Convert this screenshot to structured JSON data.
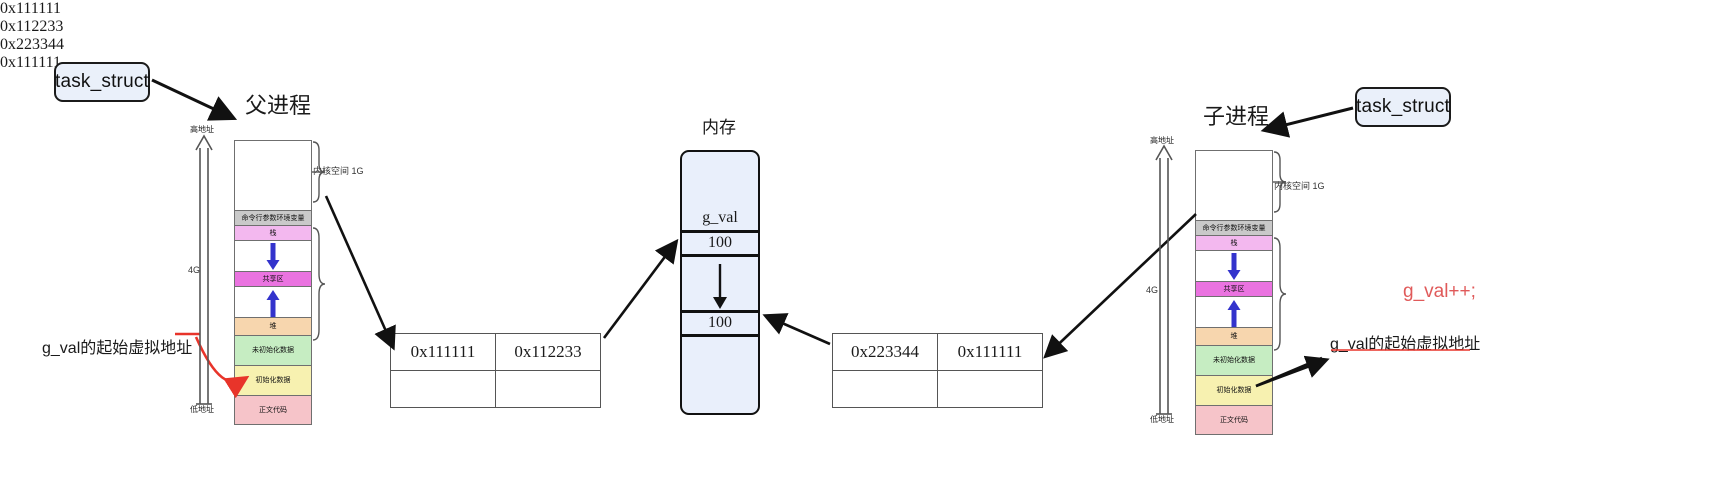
{
  "diagram": {
    "title_parent": "父进程",
    "title_child": "子进程",
    "title_memory": "内存",
    "task_struct_label": "task_struct",
    "code_annotation": "g_val++;"
  },
  "address_space": {
    "high_addr_label": "高地址",
    "low_addr_label": "低地址",
    "size_label": "4G",
    "kernel_brace_label": "内核空间 1G",
    "segments": [
      {
        "name": "kernel",
        "label": "",
        "color": "#ffffff"
      },
      {
        "name": "args",
        "label": "命令行参数环境变量",
        "color": "#c9c9c9"
      },
      {
        "name": "stack",
        "label": "栈",
        "color": "#f3b8ef"
      },
      {
        "name": "gap1",
        "label": "",
        "color": "#ffffff"
      },
      {
        "name": "shared",
        "label": "共享区",
        "color": "#ea73e0"
      },
      {
        "name": "gap2",
        "label": "",
        "color": "#ffffff"
      },
      {
        "name": "heap",
        "label": "堆",
        "color": "#f7d6ae"
      },
      {
        "name": "bss",
        "label": "未初始化数据",
        "color": "#c6edc2"
      },
      {
        "name": "data",
        "label": "初始化数据",
        "color": "#f7f1b0"
      },
      {
        "name": "text",
        "label": "正文代码",
        "color": "#f6c4c9"
      }
    ]
  },
  "parent": {
    "gval_virtual_label": "g_val的起始虚拟地址",
    "gval_virtual_addr": "0x111111",
    "page_table": {
      "rows": [
        [
          "0x111111",
          "0x112233"
        ],
        [
          "",
          ""
        ]
      ]
    }
  },
  "child": {
    "gval_virtual_label": "g_val的起始虚拟地址",
    "gval_virtual_addr": "0x111111",
    "page_table": {
      "rows": [
        [
          "0x223344",
          "0x111111"
        ],
        [
          "",
          ""
        ]
      ]
    }
  },
  "memory": {
    "left_phys_addr": "0x112233",
    "right_phys_addr": "0x223344",
    "var_name": "g_val",
    "value_top": "100",
    "value_bottom": "100",
    "copy_arrow_icon": "down-arrow-icon"
  }
}
